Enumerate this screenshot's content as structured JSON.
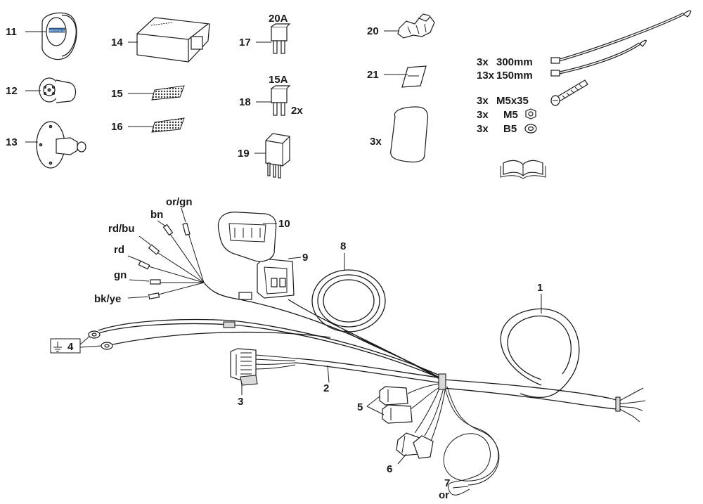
{
  "parts": {
    "p1": "1",
    "p2": "2",
    "p3": "3",
    "p4": "4",
    "p5": "5",
    "p6": "6",
    "p7": "7",
    "p8": "8",
    "p9": "9",
    "p10": "10",
    "p11": "11",
    "p12": "12",
    "p13": "13",
    "p14": "14",
    "p15": "15",
    "p16": "16",
    "p17": "17",
    "p18": "18",
    "p19": "19",
    "p20": "20",
    "p21": "21"
  },
  "fuses": {
    "f20_rating": "20A",
    "f15_rating": "15A",
    "f15_qty": "2x"
  },
  "pad_qty": "3x",
  "hardware": [
    {
      "qty": "3x",
      "item": "300mm"
    },
    {
      "qty": "13x",
      "item": "150mm"
    },
    {
      "qty": "3x",
      "item": "M5x35"
    },
    {
      "qty": "3x",
      "item": "M5"
    },
    {
      "qty": "3x",
      "item": "B5"
    }
  ],
  "wire_colors": {
    "or_gn": "or/gn",
    "bn": "bn",
    "rd_bu": "rd/bu",
    "rd": "rd",
    "gn": "gn",
    "bk_ye": "bk/ye",
    "or": "or"
  },
  "socket_brand": "WESTFALIA"
}
